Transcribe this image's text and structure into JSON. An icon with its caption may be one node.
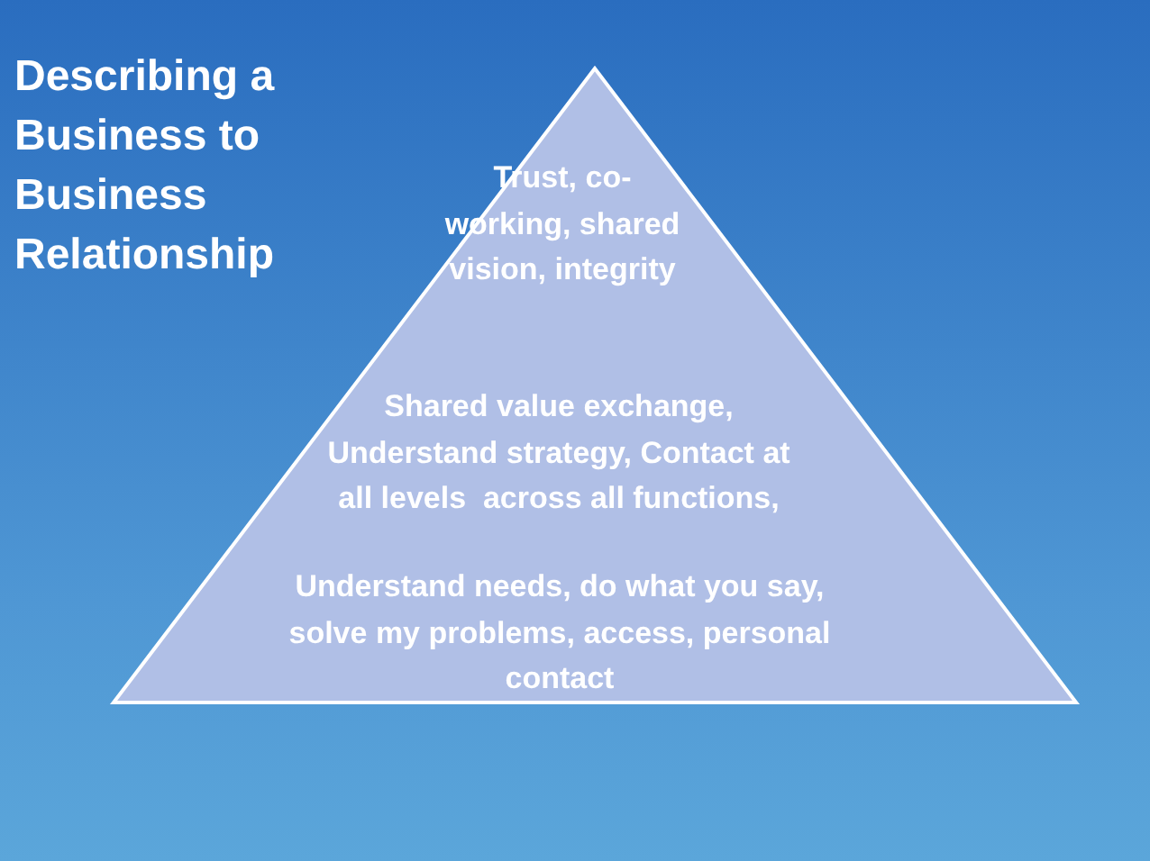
{
  "diagram": {
    "title": "Describing a Business to Business Relationship",
    "nodes": [
      {
        "text": [
          "Trust, co-working, shared vision, integrity",
          "Shared value exchange, Understand strategy, Contact at all levels  across all functions,",
          "Understand needs, do what you say, solve my problems, access, personal contact"
        ]
      }
    ]
  }
}
